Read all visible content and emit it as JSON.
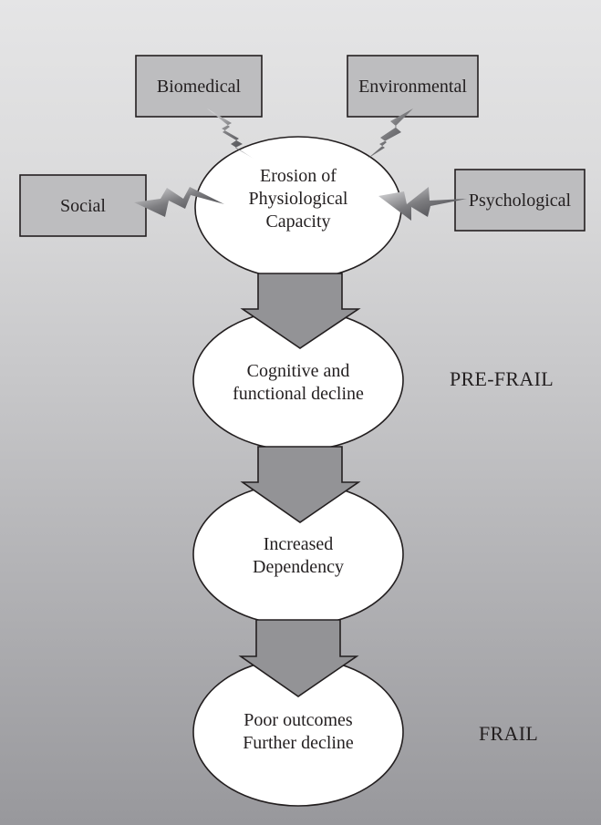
{
  "figure": {
    "title": "Frailty progression model",
    "colors": {
      "background_top": "#e5e5e6",
      "background_bottom": "#98989c",
      "box_fill": "#bdbdbf",
      "ellipse_fill": "#ffffff",
      "arrow_fill": "#939396",
      "outline": "#231f20"
    }
  },
  "factors": {
    "biomedical": "Biomedical",
    "environmental": "Environmental",
    "social": "Social",
    "psychological": "Psychological"
  },
  "stages": [
    {
      "lines": [
        "Erosion of",
        "Physiological",
        "Capacity"
      ]
    },
    {
      "lines": [
        "Cognitive and",
        "functional decline"
      ]
    },
    {
      "lines": [
        "Increased",
        "Dependency"
      ]
    },
    {
      "lines": [
        "Poor outcomes",
        "Further decline"
      ]
    }
  ],
  "phase_labels": {
    "pre_frail": "PRE-FRAIL",
    "frail": "FRAIL"
  }
}
